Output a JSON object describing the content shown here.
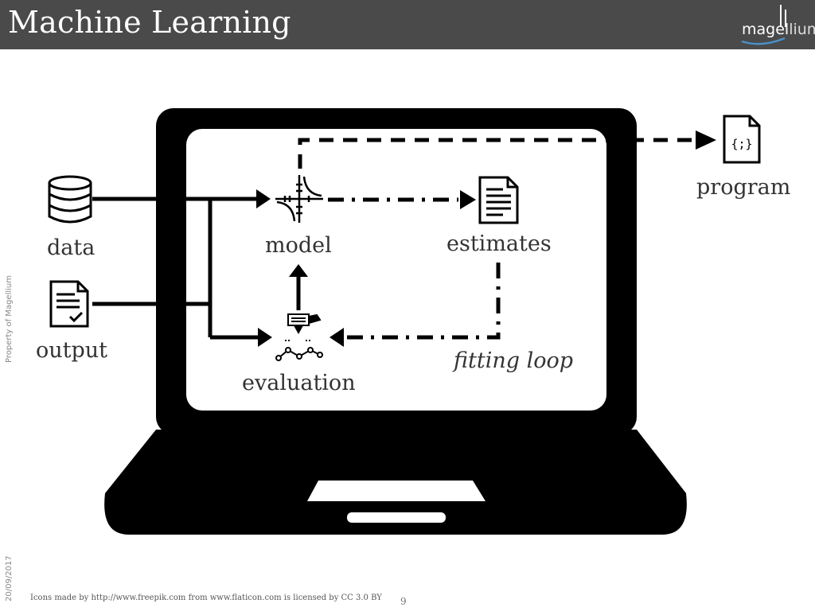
{
  "slide": {
    "title": "Machine Learning",
    "logo": {
      "part_a": "magel",
      "part_b": "lium"
    },
    "side_property": "Property of Magellium",
    "side_date": "20/09/2017",
    "footer_note": "Icons made by http://www.freepik.com from www.flaticon.com  is licensed by CC 3.0 BY",
    "page_number": "9"
  },
  "diagram": {
    "labels": {
      "data": "data",
      "output": "output",
      "model": "model",
      "estimates": "estimates",
      "evaluation": "evaluation",
      "program": "program",
      "fitting_loop": "fitting loop"
    },
    "program_icon_text": "{;}"
  },
  "colors": {
    "header_bg": "#4a4a4a",
    "logo_accent": "#4a90c8",
    "diagram_ink": "#000000",
    "text": "#333333"
  }
}
